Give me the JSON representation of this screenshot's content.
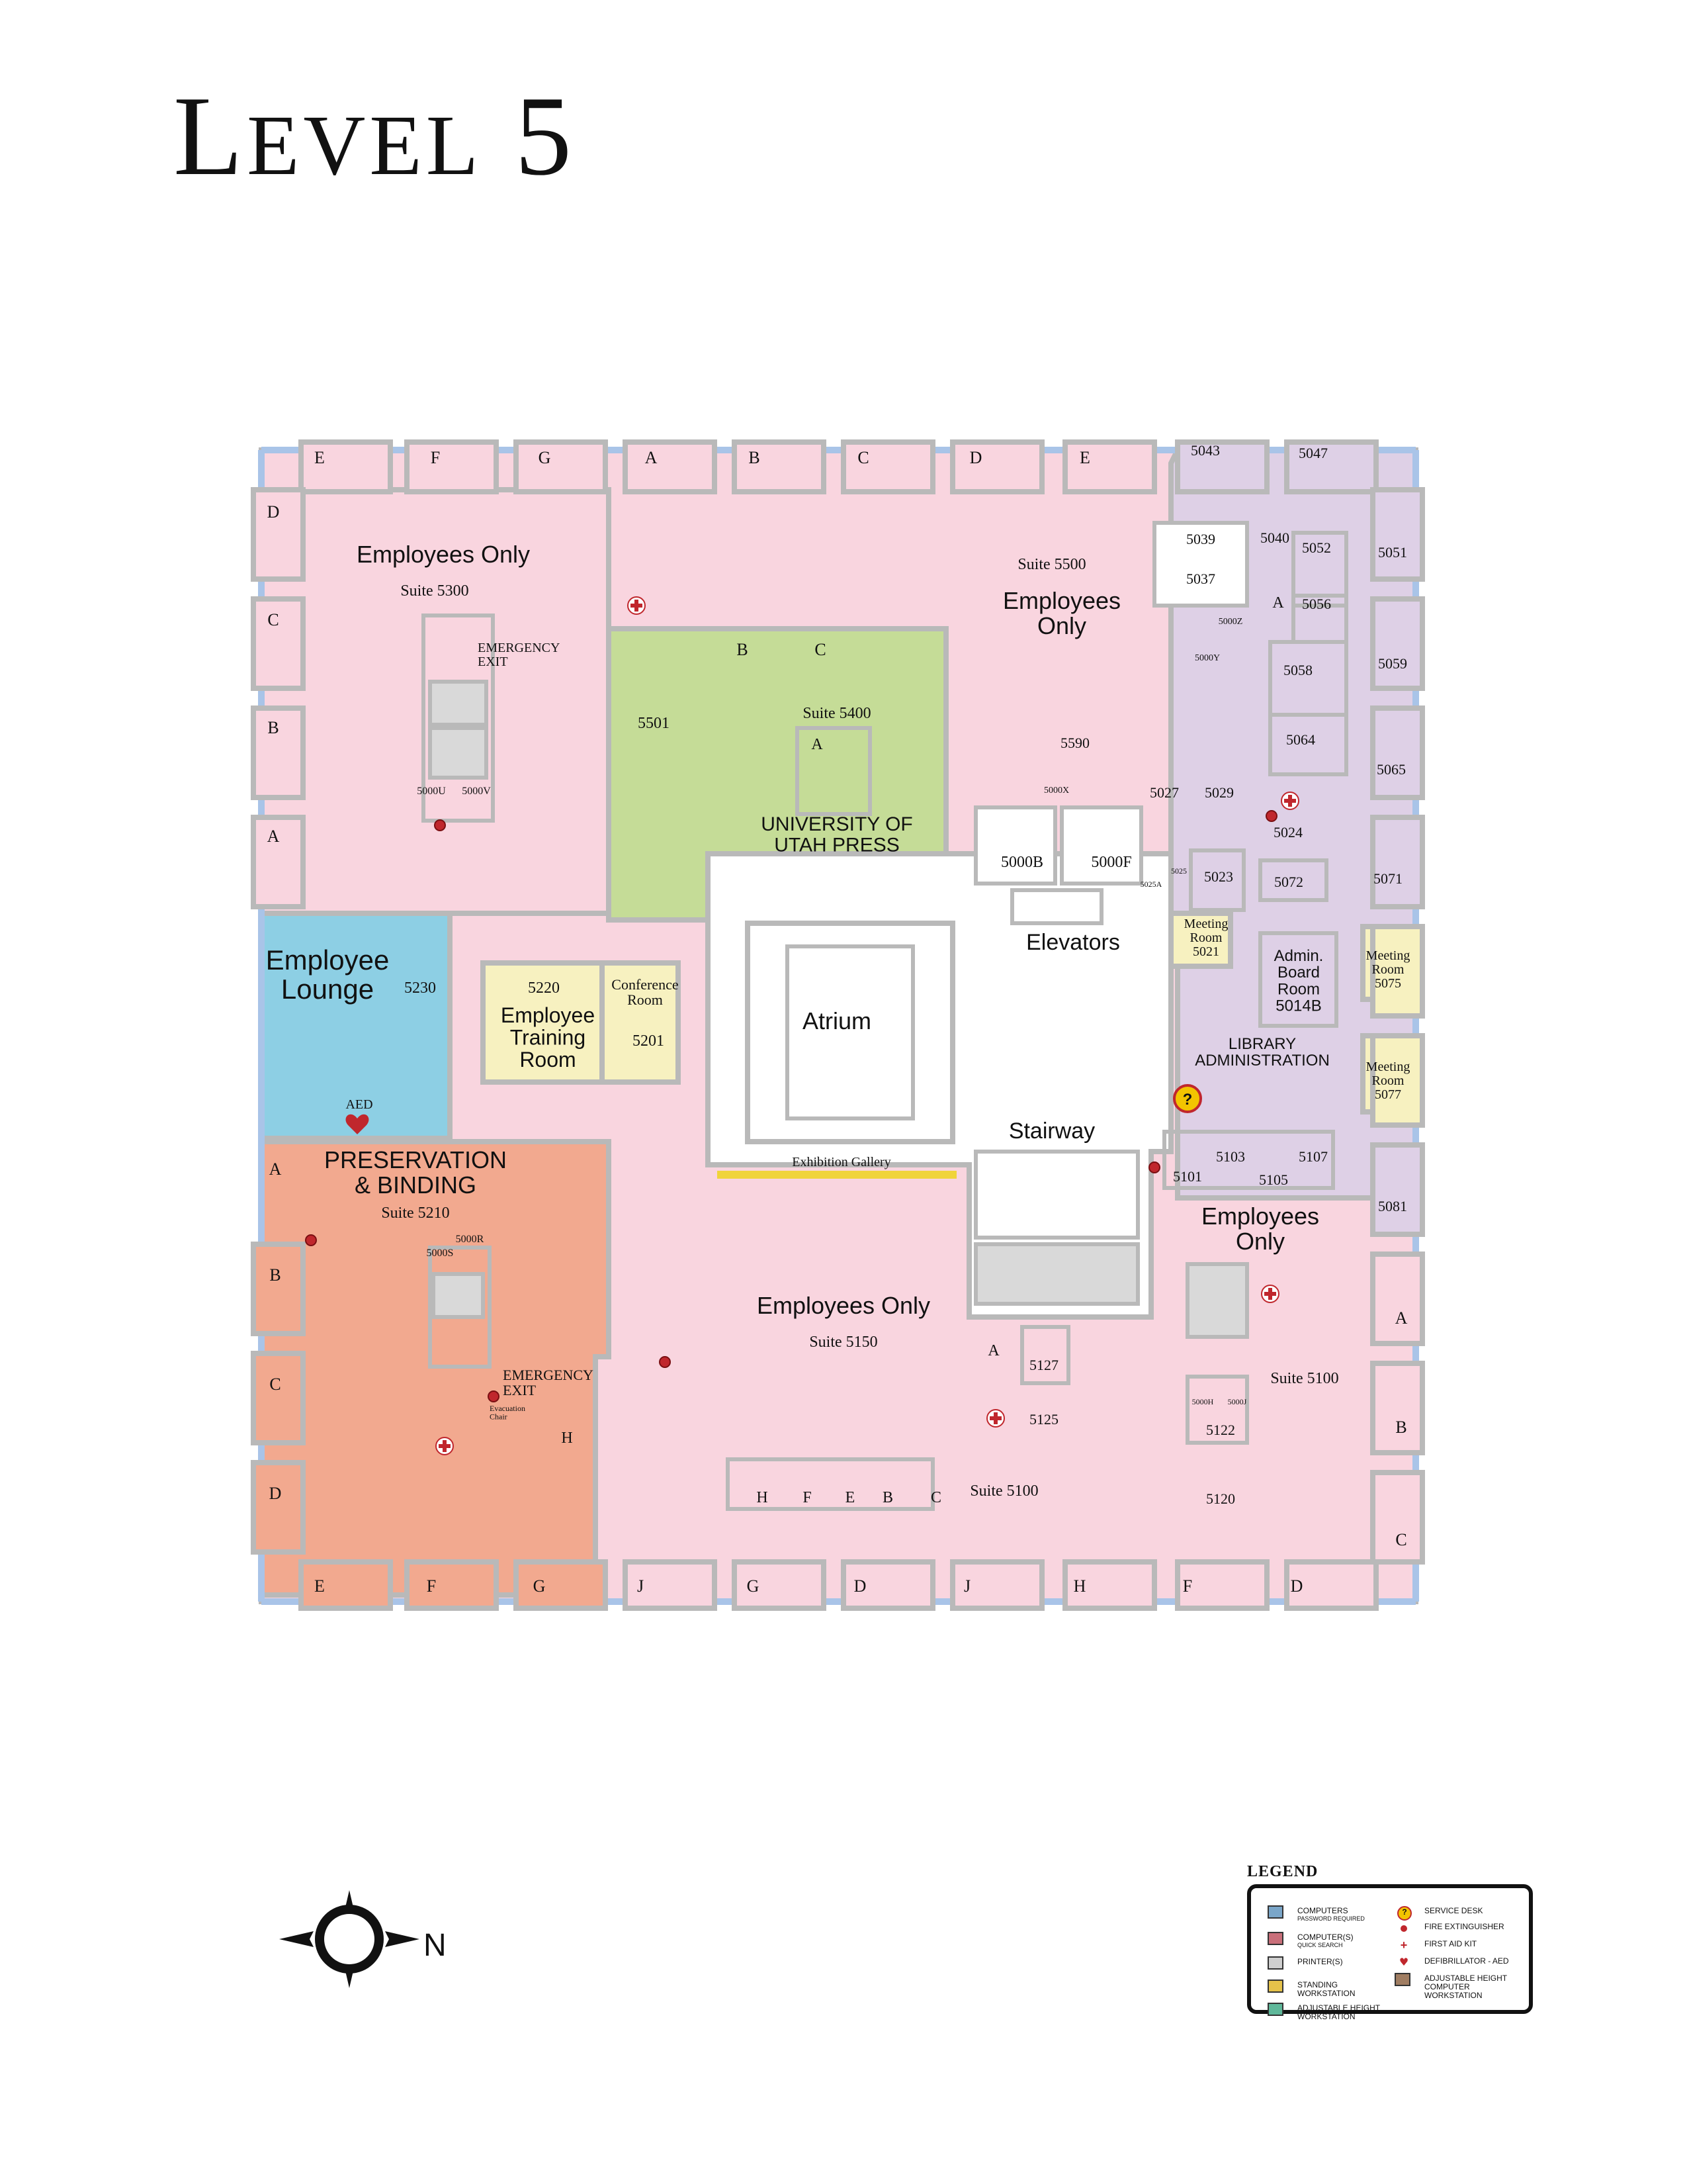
{
  "title": {
    "prefix": "L",
    "rest": "EVEL",
    "number": "5"
  },
  "colors": {
    "employees_only": "#f9d5df",
    "press": "#c5dc97",
    "lounge": "#8dcfe4",
    "preservation": "#f2a98f",
    "administration": "#ded0e6",
    "meeting": "#f7f1c0",
    "wall": "#b9b9b9",
    "window": "#a9c4e8"
  },
  "areas": {
    "suite5300": {
      "name": "Employees Only",
      "suite": "Suite 5300",
      "exit": "EMERGENCY\nEXIT"
    },
    "suite5500": {
      "suite": "Suite 5500",
      "name": "Employees\nOnly"
    },
    "press": {
      "name": "UNIVERSITY OF\nUTAH PRESS",
      "suite": "Suite 5400",
      "room_5501": "5501",
      "a": "A",
      "b": "B",
      "c": "C"
    },
    "lounge": {
      "name": "Employee\nLounge",
      "room": "5230",
      "aed": "AED"
    },
    "training": {
      "room": "5220",
      "name": "Employee\nTraining\nRoom"
    },
    "conference": {
      "name": "Conference\nRoom",
      "room": "5201"
    },
    "atrium": "Atrium",
    "elevators": "Elevators",
    "stairway": "Stairway",
    "exhibition": "Exhibition Gallery",
    "preservation": {
      "name": "PRESERVATION\n& BINDING",
      "suite": "Suite 5210",
      "exit": "EMERGENCY\nEXIT",
      "chair": "Evacuation\nChair"
    },
    "suite5150": {
      "name": "Employees Only",
      "suite": "Suite 5150"
    },
    "suite5100": {
      "name": "Employees\nOnly",
      "suite": "Suite 5100",
      "suite_inner": "Suite 5100"
    },
    "library_admin": "LIBRARY\nADMINISTRATION",
    "admin_board": "Admin.\nBoard\nRoom\n5014B"
  },
  "rooms": {
    "r5043": "5043",
    "r5047": "5047",
    "r5039": "5039",
    "r5037": "5037",
    "r5040": "5040",
    "r5052": "5052",
    "r5051": "5051",
    "r5056": "5056",
    "r5000z": "5000Z",
    "r5000y": "5000Y",
    "r5058": "5058",
    "r5059": "5059",
    "r5064": "5064",
    "r5065": "5065",
    "r5590": "5590",
    "r5027": "5027",
    "r5029": "5029",
    "r5024": "5024",
    "r5000x": "5000X",
    "r5000b": "5000B",
    "r5000f": "5000F",
    "r5025": "5025",
    "r5025a": "5025A",
    "r5023": "5023",
    "r5072": "5072",
    "r5071": "5071",
    "m5021": "Meeting\nRoom\n5021",
    "m5075": "Meeting\nRoom\n5075",
    "m5077": "Meeting\nRoom\n5077",
    "r5103": "5103",
    "r5107": "5107",
    "r5101": "5101",
    "r5105": "5105",
    "r5081": "5081",
    "r5000u": "5000U",
    "r5000v": "5000V",
    "r5000r": "5000R",
    "r5000s": "5000S",
    "r5127": "5127",
    "r5125": "5125",
    "r5122": "5122",
    "r5120": "5120",
    "r5000h": "5000H",
    "r5000j": "5000J",
    "a_east": "A",
    "a_south": "A",
    "h_pres": "H"
  },
  "carrels": {
    "top": [
      "E",
      "F",
      "G",
      "A",
      "B",
      "C",
      "D",
      "E"
    ],
    "left_top": [
      "D",
      "C",
      "B",
      "A"
    ],
    "left_bottom": [
      "A",
      "B",
      "C",
      "D"
    ],
    "bottom": [
      "E",
      "F",
      "G",
      "J",
      "G",
      "D",
      "J",
      "H",
      "F",
      "D"
    ],
    "right": [
      "A",
      "B",
      "C"
    ],
    "south_row": [
      "H",
      "F",
      "E",
      "B",
      "C"
    ]
  },
  "legend": {
    "title": "LEGEND",
    "items": [
      {
        "label": "COMPUTERS",
        "sub": "PASSWORD REQUIRED",
        "icon": "computer-icon"
      },
      {
        "label": "COMPUTER(S)",
        "sub": "QUICK SEARCH",
        "icon": "quick-search-computer-icon"
      },
      {
        "label": "PRINTER(S)",
        "sub": "",
        "icon": "printer-icon"
      },
      {
        "label": "STANDING\nWORKSTATION",
        "sub": "",
        "icon": "standing-workstation-icon"
      },
      {
        "label": "ADJUSTABLE HEIGHT\nWORKSTATION",
        "sub": "",
        "icon": "adjustable-workstation-icon"
      },
      {
        "label": "SERVICE DESK",
        "sub": "",
        "icon": "service-desk-icon"
      },
      {
        "label": "FIRE EXTINGUISHER",
        "sub": "",
        "icon": "fire-extinguisher-icon"
      },
      {
        "label": "FIRST AID KIT",
        "sub": "",
        "icon": "first-aid-icon"
      },
      {
        "label": "DEFIBRILLATOR - AED",
        "sub": "",
        "icon": "defibrillator-icon"
      },
      {
        "label": "ADJUSTABLE HEIGHT\nCOMPUTER\nWORKSTATION",
        "sub": "",
        "icon": "adjustable-computer-workstation-icon"
      }
    ],
    "aed_mark": "AED"
  },
  "compass": {
    "north": "N"
  }
}
